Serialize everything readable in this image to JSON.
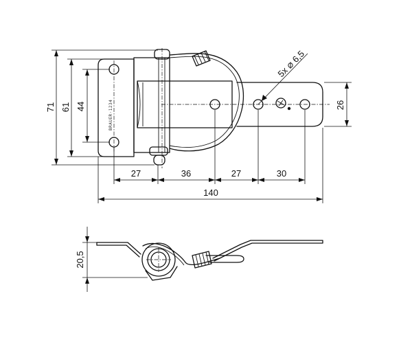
{
  "top_view": {
    "hole_note": "5x",
    "hole_note_diam": "6,5",
    "engraving": "BRAUER·1234",
    "vertical_dims": {
      "overall_height": "71",
      "hole_span_outer": "61",
      "hole_span_inner": "44",
      "strike_height": "26"
    },
    "horizontal_dims": {
      "seg1": "27",
      "seg2": "36",
      "seg3": "27",
      "seg4": "30",
      "overall_length": "140"
    }
  },
  "side_view": {
    "height_dim": "20,5"
  }
}
